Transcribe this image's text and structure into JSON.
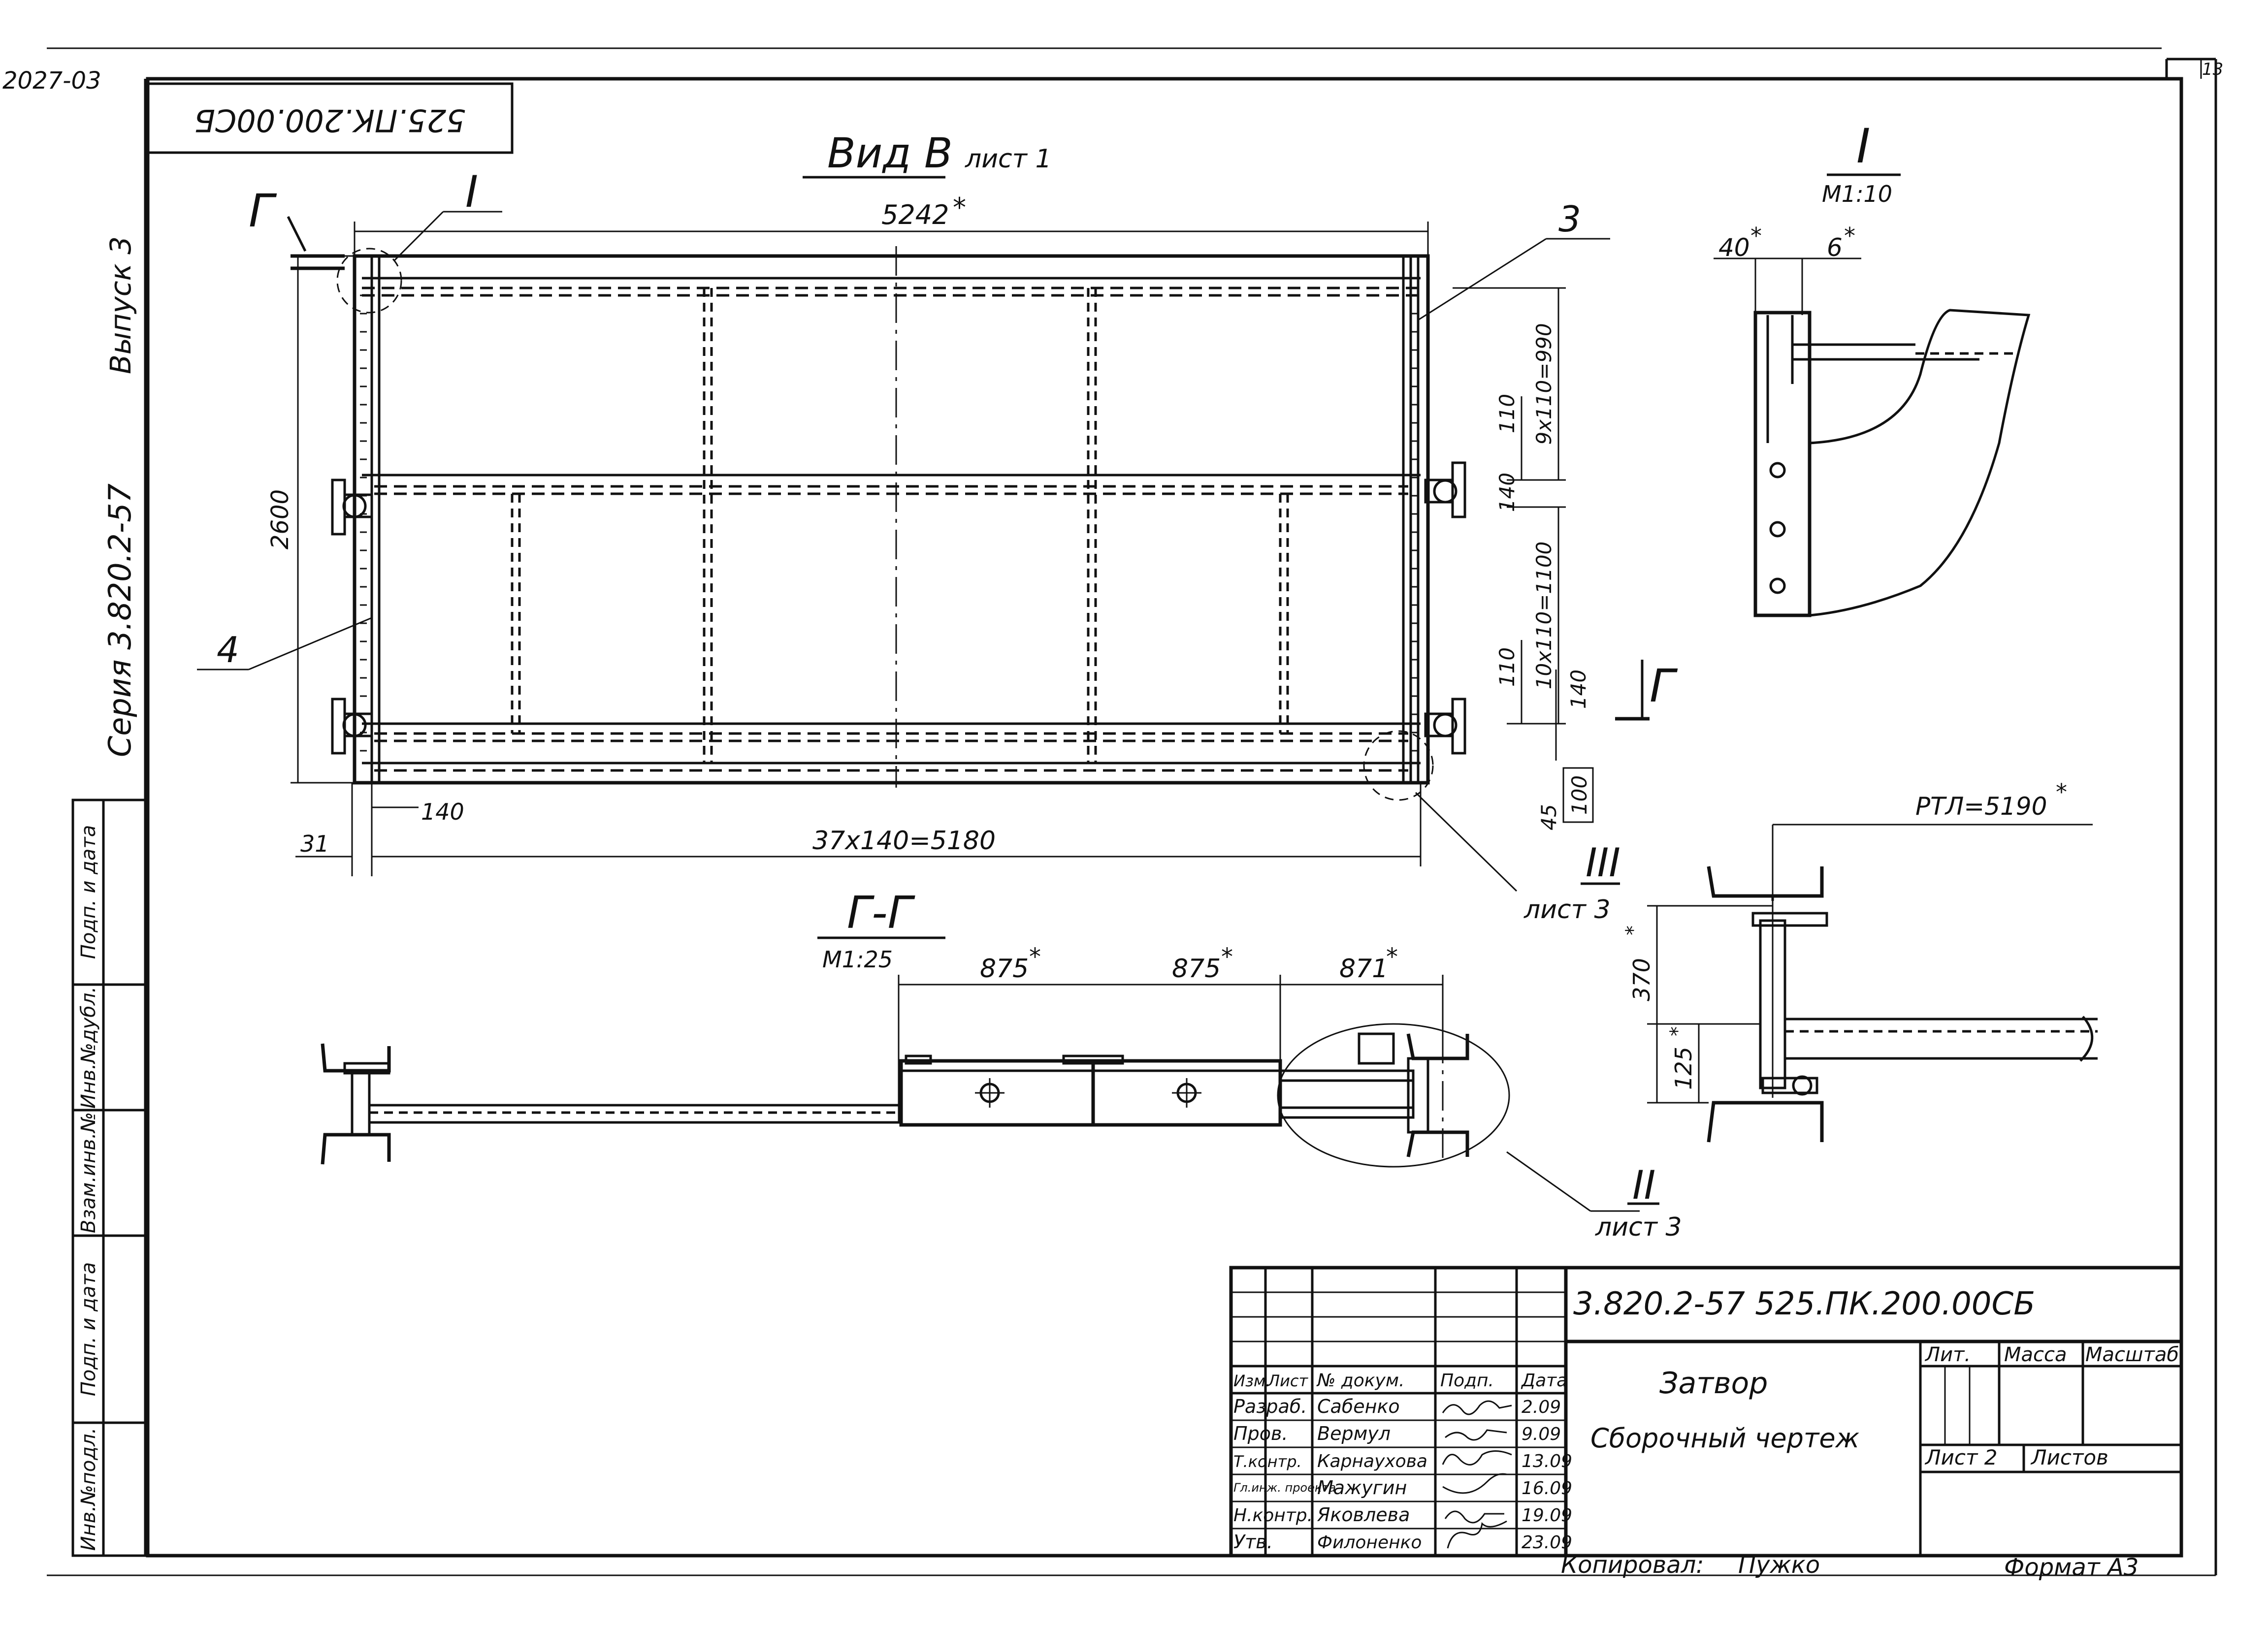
{
  "frame": {
    "corner_code": "2027-03",
    "sheet_corner_number": "13",
    "mirrored_code": "525.ПК.200.00СБ",
    "left_strip": {
      "series": "Серия 3.820.2-57",
      "issue": "Выпуск 3"
    },
    "side_stamp_cells": [
      "Инв.№подл.",
      "Подп. и дата",
      "Взам.инв.№",
      "Инв.№дубл.",
      "Подп. и дата"
    ],
    "copied_by_label": "Копировал:",
    "copied_by_name": "Пужко",
    "format_label": "Формат А3"
  },
  "view_b": {
    "title": "Вид В",
    "sheet_ref": "лист 1",
    "dims": {
      "overall_length": "5242",
      "height": "2600",
      "pitch_upper": "9x110=990",
      "pitch_lower": "10x110=1100",
      "d110_upper": "110",
      "d140_mid": "140",
      "d110_lower": "110",
      "d140_lower": "140",
      "d100": "100",
      "d45": "45",
      "d140_bottom": "140",
      "d31": "31",
      "chain": "37x140=5180"
    },
    "callouts": {
      "item3": "3",
      "item4": "4",
      "node1": "I",
      "section_mark": "Г",
      "node3": "III",
      "node3_sheet": "лист 3"
    },
    "star": "*"
  },
  "detail_1": {
    "label": "I",
    "scale": "М1:10",
    "dim_40": "40",
    "dim_6": "6"
  },
  "rtl_detail": {
    "rail_label": "РТЛ=5190",
    "dim_370": "370",
    "dim_125": "125"
  },
  "section_gg": {
    "title": "Г-Г",
    "scale": "М1:25",
    "dim_1": "875",
    "dim_2": "875",
    "dim_3": "871",
    "node2": "II",
    "node2_sheet": "лист 3"
  },
  "title_block": {
    "designation": "3.820.2-57  525.ПК.200.00СБ",
    "headers": [
      "Изм.",
      "Лист",
      "№ докум.",
      "Подп.",
      "Дата"
    ],
    "rows": [
      {
        "role": "Разраб.",
        "name": "Сабенко",
        "date": "2.09"
      },
      {
        "role": "Пров.",
        "name": "Вермул",
        "date": "9.09"
      },
      {
        "role": "Т.контр.",
        "name": "Карнаухова",
        "date": "13.09"
      },
      {
        "role": "Гл.инж. проекта",
        "name": "Мажугин",
        "date": "16.09"
      },
      {
        "role": "Н.контр.",
        "name": "Яковлева",
        "date": "19.09"
      },
      {
        "role": "Утв.",
        "name": "Филоненко",
        "date": "23.09"
      }
    ],
    "object_name": "Затвор",
    "doc_type": "Сборочный чертеж",
    "lit_label": "Лит.",
    "mass_label": "Масса",
    "scale_label": "Масштаб",
    "sheet_label": "Лист 2",
    "sheets_label": "Листов"
  }
}
